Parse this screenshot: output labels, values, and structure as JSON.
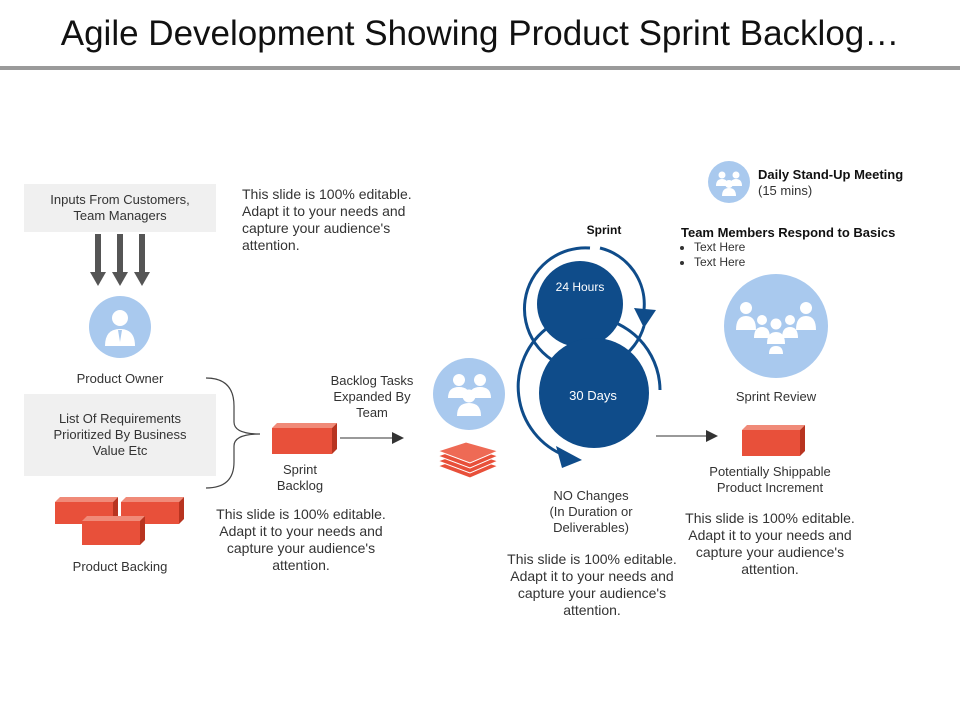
{
  "title": "Agile Development Showing Product Sprint Backlog…",
  "inputs_box": "Inputs From Customers, Team Managers",
  "product_owner": "Product Owner",
  "requirements_box": "List Of Requirements Prioritized By Business Value Etc",
  "product_backing": "Product Backing",
  "placeholder_top": "This slide is 100% editable. Adapt it to your needs and capture your audience's attention.",
  "placeholder_sprint_backlog": "This slide is 100% editable. Adapt it to your needs and capture your audience's attention.",
  "placeholder_center": "This slide is 100% editable. Adapt it to your needs and capture your audience's attention.",
  "placeholder_right": "This slide is 100% editable. Adapt it to your needs and capture your audience's attention.",
  "sprint_backlog": "Sprint Backlog",
  "backlog_tasks": "Backlog Tasks Expanded By Team",
  "sprint_label": "Sprint",
  "hours_label": "24 Hours",
  "days_label": "30 Days",
  "no_changes": "NO Changes",
  "no_changes_detail": "(In Duration or Deliverables)",
  "standup_title": "Daily Stand-Up Meeting",
  "standup_duration": "(15 mins)",
  "team_members_title": "Team Members Respond to Basics",
  "bullets": [
    "Text Here",
    "Text Here"
  ],
  "sprint_review": "Sprint Review",
  "shippable": "Potentially Shippable Product Increment",
  "colors": {
    "circle_light": "#a9c9ee",
    "circle_dark": "#0f4c8a",
    "brick": "#e8503a",
    "arrow_gray": "#555555",
    "box_bg": "#f0f0f0"
  }
}
